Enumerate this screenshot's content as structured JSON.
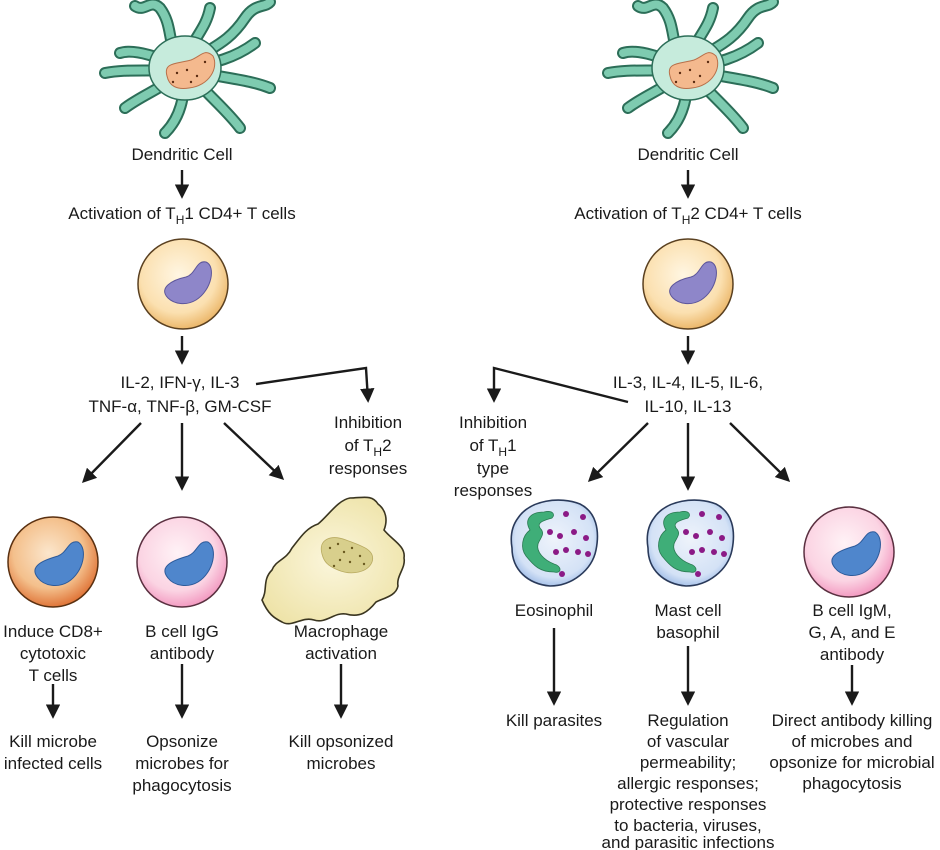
{
  "left": {
    "dendritic_label": "Dendritic Cell",
    "activation": {
      "pre": "Activation of T",
      "sub": "H",
      "post": "1 CD4+ T cells"
    },
    "cytokines": [
      "IL-2, IFN-γ, IL-3",
      "TNF-α, TNF-β, GM-CSF"
    ],
    "inhibition": {
      "line1": "Inhibition",
      "line2_pre": "of T",
      "line2_sub": "H",
      "line2_post": "2",
      "line3": "responses"
    },
    "effectors": [
      {
        "name": "Induce CD8+ cytotoxic T cells",
        "lines": [
          "Induce CD8+",
          "cytotoxic",
          "T cells"
        ],
        "outcome": [
          "Kill microbe",
          "infected cells"
        ]
      },
      {
        "name": "B cell IgG antibody",
        "lines": [
          "B cell IgG",
          "antibody"
        ],
        "outcome": [
          "Opsonize",
          "microbes for",
          "phagocytosis"
        ]
      },
      {
        "name": "Macrophage activation",
        "lines": [
          "Macrophage",
          "activation"
        ],
        "outcome": [
          "Kill opsonized",
          "microbes"
        ]
      }
    ]
  },
  "right": {
    "dendritic_label": "Dendritic Cell",
    "activation": {
      "pre": "Activation of T",
      "sub": "H",
      "post": "2 CD4+ T cells"
    },
    "cytokines": [
      "IL-3, IL-4, IL-5, IL-6,",
      "IL-10, IL-13"
    ],
    "inhibition": {
      "line1": "Inhibition",
      "line2_pre": "of T",
      "line2_sub": "H",
      "line2_post": "1",
      "line3": "type",
      "line4": "responses"
    },
    "effectors": [
      {
        "name": "Eosinophil",
        "lines": [
          "Eosinophil"
        ],
        "outcome": [
          "Kill parasites"
        ]
      },
      {
        "name": "Mast cell basophil",
        "lines": [
          "Mast cell",
          "basophil"
        ],
        "outcome": [
          "Regulation",
          "of vascular",
          "permeability;",
          "allergic responses;",
          "protective responses",
          "to bacteria, viruses,",
          "and parasitic infections"
        ]
      },
      {
        "name": "B cell IgM, G, A, and E antibody",
        "lines": [
          "B cell IgM,",
          "G, A, and E",
          "antibody"
        ],
        "outcome": [
          "Direct antibody killing",
          "of microbes and",
          "opsonize for microbial",
          "phagocytosis"
        ]
      }
    ]
  },
  "colors": {
    "dendritic_body": "#7ecbb0",
    "dendritic_outline": "#2c6e58",
    "dendritic_nucleus": "#f4b98e",
    "t_cell_fill": "#fbe2b4",
    "t_cell_edge": "#e9b56a",
    "t_cell_nucleus": "#8e86c9",
    "cd8_fill": "#f6d3a8",
    "cd8_edge": "#e07a3c",
    "b_cell_fill": "#fde0ea",
    "b_cell_edge": "#f29ac0",
    "b_nucleus": "#4f86cc",
    "macrophage_fill": "#f4ecc0",
    "granulocyte_fill": "#d6e3f7",
    "granulocyte_nucleus": "#3fae78",
    "granule": "#8b1a86",
    "line": "#1a1a1a"
  }
}
